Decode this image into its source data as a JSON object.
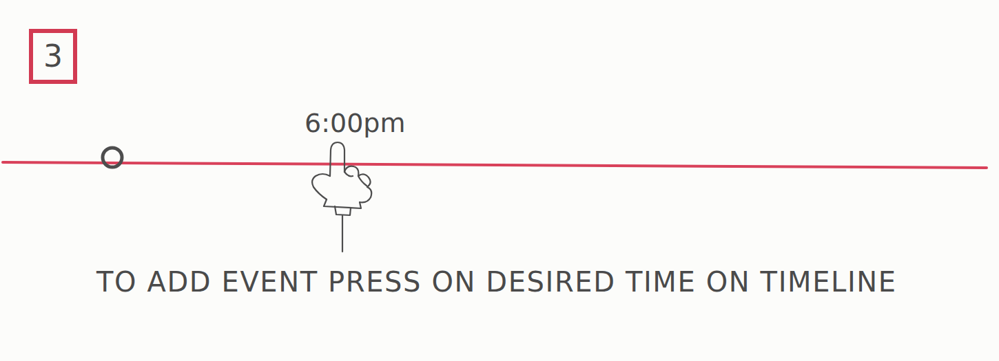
{
  "diagram": {
    "nodes": [
      {
        "text": [
          "3"
        ]
      }
    ],
    "labels": [
      "6:00pm",
      "TO ADD EVENT PRESS ON DESIRED TIME ON TIMELINE"
    ]
  }
}
